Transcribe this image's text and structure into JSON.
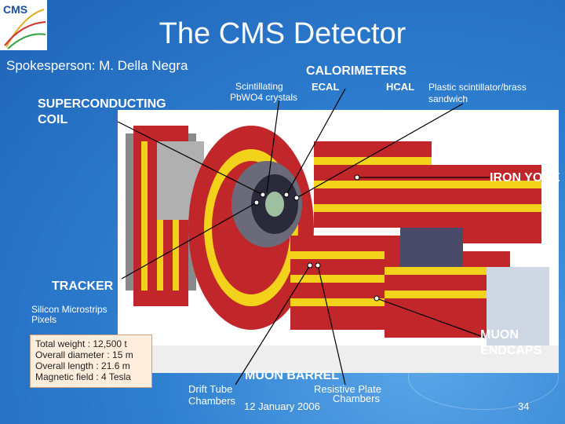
{
  "title": "The CMS Detector",
  "logo_text": "CMS",
  "spokesperson": "Spokesperson: M. Della Negra",
  "calorimeters": "CALORIMETERS",
  "ecal_label": "ECAL",
  "ecal_desc_1": "Scintillating",
  "ecal_desc_2": "PbWO4 crystals",
  "hcal_label": "HCAL",
  "hcal_desc_1": "Plastic scintillator/brass",
  "hcal_desc_2": "sandwich",
  "coil_1": "SUPERCONDUCTING",
  "coil_2": "COIL",
  "iron_yoke": "IRON YOKE",
  "tracker": "TRACKER",
  "tracker_desc_1": "Silicon Microstrips",
  "tracker_desc_2": "Pixels",
  "specs": [
    "Total weight : 12,500 t",
    "Overall diameter : 15 m",
    "Overall length : 21.6 m",
    "Magnetic field : 4 Tesla"
  ],
  "muon_endcaps_1": "MUON",
  "muon_endcaps_2": "ENDCAPS",
  "muon_barrel": "MUON BARREL",
  "drift_1": "Drift Tube",
  "drift_2": "Chambers",
  "rpc_1": "Resistive Plate",
  "rpc_2": "Chambers",
  "date": "12 January 2006",
  "page_number": "34"
}
